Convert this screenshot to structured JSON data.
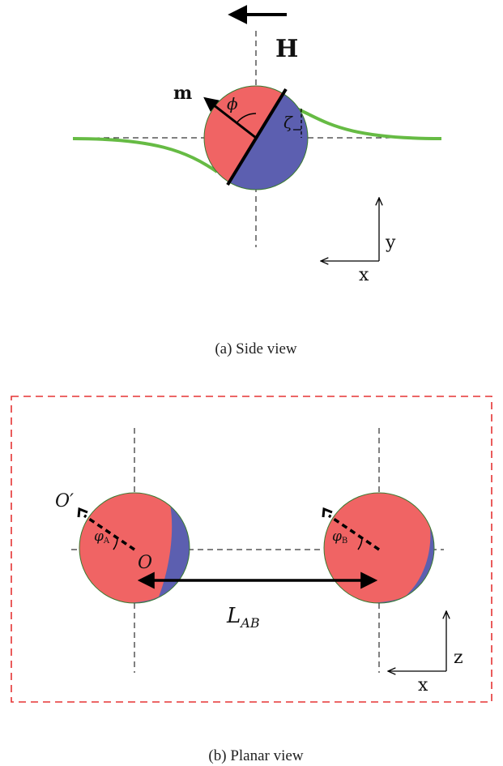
{
  "panel_a": {
    "field_label": "H",
    "moment_label": "m",
    "angle_label": "ϕ",
    "height_label": "ζ",
    "axis_x_label": "x",
    "axis_y_label": "y",
    "caption": "(a) Side view"
  },
  "panel_b": {
    "origin_label": "O",
    "origin_prime_label": "O′",
    "phi_a_main": "φ",
    "phi_a_sub": "A",
    "phi_b_main": "φ",
    "phi_b_sub": "B",
    "distance_main": "L",
    "distance_sub": "AB",
    "axis_x_label": "x",
    "axis_z_label": "z",
    "caption": "(b) Planar view"
  },
  "colors": {
    "red_hemisphere": "#f06464",
    "blue_hemisphere": "#5c5fb0",
    "interface_curve": "#66bb44",
    "frame_dashed": "#e53333",
    "ink": "#000000"
  }
}
